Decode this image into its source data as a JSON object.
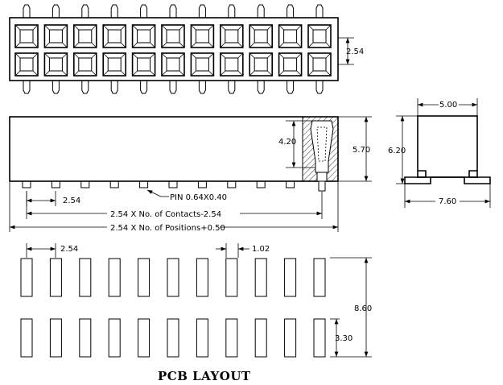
{
  "dimensions": {
    "row_pitch": "2.54",
    "pin_pitch": "2.54",
    "insulator_height": "4.20",
    "overall_height": "5.70",
    "pin_size": "PIN 0.64X0.40",
    "contacts_length": "2.54 X No. of Contacts-2.54",
    "positions_length": "2.54 X No. of Positions+0.50",
    "side_width": "5.00",
    "side_height": "6.20",
    "side_foot_width": "7.60",
    "pcb_pitch": "2.54",
    "pad_width": "1.02",
    "pad_span": "8.60",
    "pad_length": "3.30"
  },
  "pcb_title": "PCB LAYOUT",
  "top_view": {
    "columns": 11,
    "rows": 2
  },
  "front_view": {
    "pins": 11
  },
  "pcb_layout": {
    "columns": 11,
    "rows": 2
  }
}
